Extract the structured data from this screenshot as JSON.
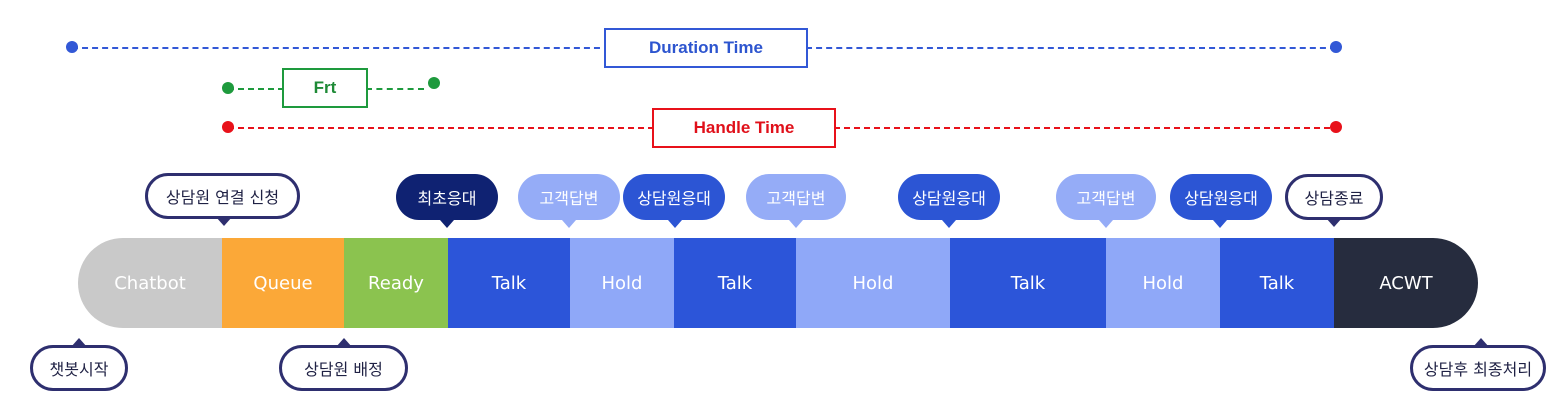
{
  "spans": {
    "duration": {
      "label": "Duration Time",
      "color": "#3258d6"
    },
    "frt": {
      "label": "Frt",
      "color": "#1e9a3d"
    },
    "handle": {
      "label": "Handle Time",
      "color": "#e8111a"
    }
  },
  "segments": [
    {
      "label": "Chatbot",
      "color": "#c9c9c9"
    },
    {
      "label": "Queue",
      "color": "#fba838"
    },
    {
      "label": "Ready",
      "color": "#8bc34f"
    },
    {
      "label": "Talk",
      "color": "#2c55d9"
    },
    {
      "label": "Hold",
      "color": "#8fa8f8"
    },
    {
      "label": "Talk",
      "color": "#2c55d9"
    },
    {
      "label": "Hold",
      "color": "#8fa8f8"
    },
    {
      "label": "Talk",
      "color": "#2c55d9"
    },
    {
      "label": "Hold",
      "color": "#8fa8f8"
    },
    {
      "label": "Talk",
      "color": "#2c55d9"
    },
    {
      "label": "ACWT",
      "color": "#262c3e"
    }
  ],
  "callouts": {
    "agent_request": "상담원 연결 신청",
    "first_response": "최초응대",
    "customer_reply_1": "고객답변",
    "agent_response_1": "상담원응대",
    "customer_reply_2": "고객답변",
    "agent_response_2": "상담원응대",
    "customer_reply_3": "고객답변",
    "agent_response_3": "상담원응대",
    "consult_end": "상담종료",
    "chatbot_start": "챗봇시작",
    "agent_assign": "상담원 배정",
    "post_processing": "상담후 최종처리"
  }
}
